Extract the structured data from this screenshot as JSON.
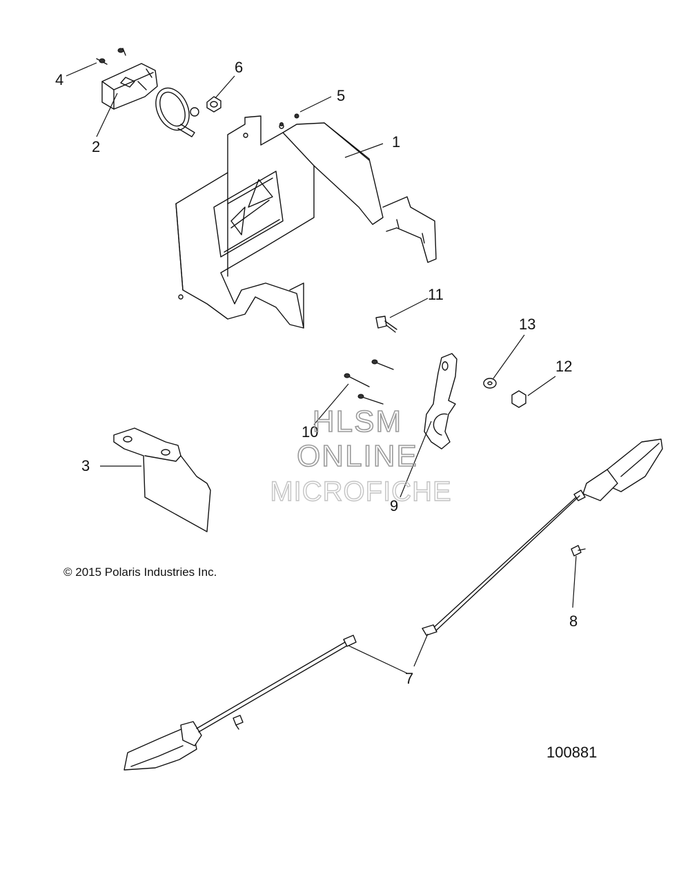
{
  "callouts": {
    "c1": "1",
    "c2": "2",
    "c3": "3",
    "c4": "4",
    "c5": "5",
    "c6": "6",
    "c7": "7",
    "c8": "8",
    "c9": "9",
    "c10": "10",
    "c11": "11",
    "c12": "12",
    "c13": "13"
  },
  "copyright": "© 2015 Polaris Industries Inc.",
  "figure_number": "100881",
  "watermark": {
    "line1": "HLSM",
    "line2": "ONLINE",
    "line3": "MICROFICHE"
  }
}
